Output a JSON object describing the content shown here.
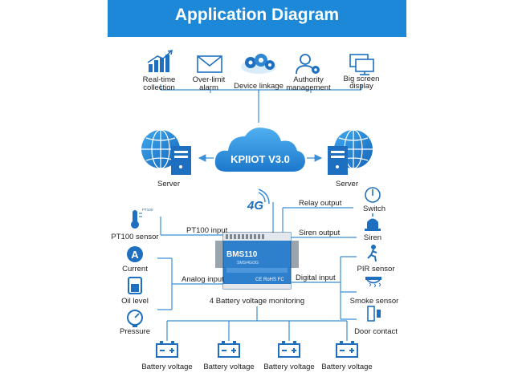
{
  "header": {
    "title": "Application Diagram"
  },
  "top_features": [
    {
      "line1": "Real-time",
      "line2": "collection",
      "icon": "bar-chart-icon"
    },
    {
      "line1": "Over-limit",
      "line2": "alarm",
      "icon": "envelope-icon"
    },
    {
      "line1": "Device linkage",
      "line2": "",
      "icon": "gears-cloud-icon"
    },
    {
      "line1": "Authority",
      "line2": "management",
      "icon": "user-gear-icon"
    },
    {
      "line1": "Big screen",
      "line2": "display",
      "icon": "monitors-icon"
    }
  ],
  "cloud": {
    "label": "KPIIOT V3.0"
  },
  "servers": {
    "left": "Server",
    "right": "Server"
  },
  "network": {
    "label": "4G"
  },
  "device": {
    "model": "BMS110",
    "subtitle": "SMS/4G/3G",
    "marking": "CE RoHS FC"
  },
  "links": {
    "pt100_input": "PT100 input",
    "analog_input": "Analog input",
    "relay_output": "Relay output",
    "siren_output": "Siren output",
    "digital_input": "Digital input",
    "battery_monitoring": "4 Battery voltage monitoring"
  },
  "left_sensors": [
    {
      "label": "PT100 sensor",
      "icon": "thermometer-icon",
      "badge": "PT100"
    },
    {
      "label": "Current",
      "icon": "ammeter-icon",
      "badge": "A"
    },
    {
      "label": "Oil level",
      "icon": "oil-tank-icon"
    },
    {
      "label": "Pressure",
      "icon": "pressure-gauge-icon"
    }
  ],
  "right_devices": [
    {
      "label": "Switch",
      "icon": "power-switch-icon"
    },
    {
      "label": "Siren",
      "icon": "siren-icon"
    },
    {
      "label": "PIR sensor",
      "icon": "pir-sensor-icon"
    },
    {
      "label": "Smoke sensor",
      "icon": "smoke-sensor-icon"
    },
    {
      "label": "Door contact",
      "icon": "door-contact-icon"
    }
  ],
  "batteries": [
    {
      "label": "Battery voltage"
    },
    {
      "label": "Battery voltage"
    },
    {
      "label": "Battery voltage"
    },
    {
      "label": "Battery voltage"
    }
  ],
  "colors": {
    "accent": "#1e88d8",
    "line": "#3a8fd6",
    "icon": "#1e6fbf"
  }
}
